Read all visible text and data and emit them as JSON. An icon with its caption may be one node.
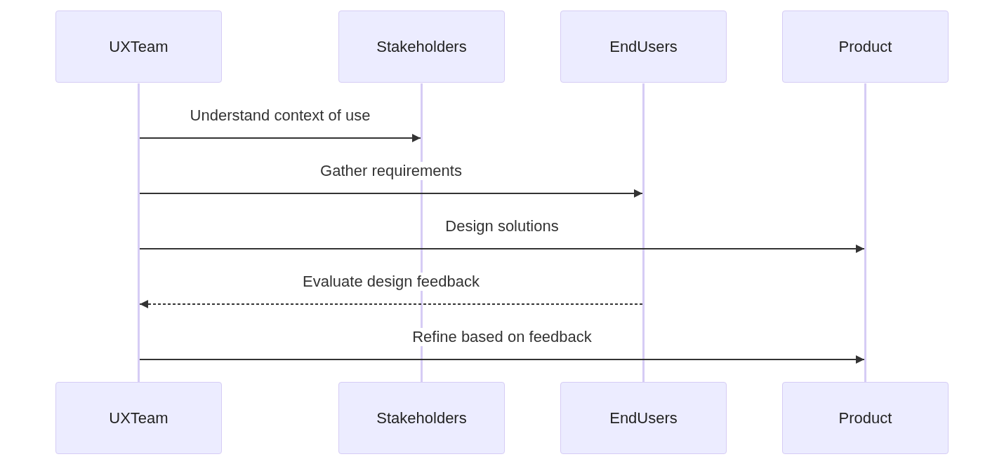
{
  "diagram": {
    "nodes": [
      {
        "text": [
          "UXTeam"
        ]
      },
      {
        "text": [
          "Stakeholders"
        ]
      },
      {
        "text": [
          "EndUsers"
        ]
      },
      {
        "text": [
          "Product"
        ]
      },
      {
        "text": [],
        "shape": "bar"
      },
      {
        "text": [],
        "shape": "bar"
      },
      {
        "text": [],
        "shape": "bar"
      },
      {
        "text": [],
        "shape": "bar"
      },
      {
        "text": [
          "UXTeam"
        ]
      },
      {
        "text": [
          "Stakeholders"
        ]
      },
      {
        "text": [
          "EndUsers"
        ]
      },
      {
        "text": [
          "Product"
        ]
      }
    ],
    "edges": [
      {
        "from": 4,
        "to": 5,
        "arrow": "to",
        "label": "Understand context of use"
      },
      {
        "from": 4,
        "to": 6,
        "arrow": "to",
        "label": "Gather requirements"
      },
      {
        "from": 4,
        "to": 7,
        "arrow": "to",
        "label": "Design solutions"
      },
      {
        "from": 6,
        "to": 4,
        "arrow": "to",
        "label": "Evaluate design feedback",
        "style": "dashed"
      },
      {
        "from": 4,
        "to": 7,
        "arrow": "to",
        "label": "Refine based on feedback"
      }
    ]
  }
}
